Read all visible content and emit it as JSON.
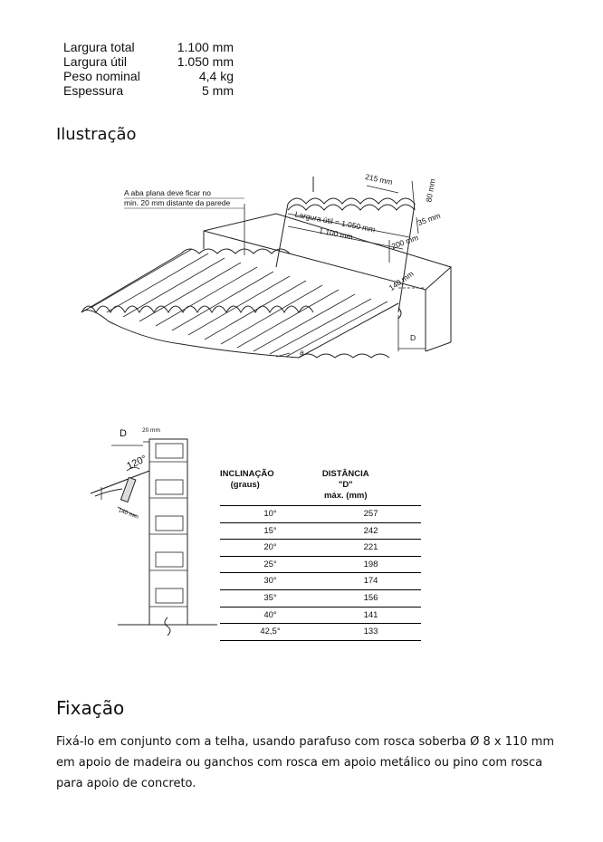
{
  "specs": [
    {
      "label": "Largura total",
      "value": "1.100 mm"
    },
    {
      "label": "Largura útil",
      "value": "1.050 mm"
    },
    {
      "label": "Peso nominal",
      "value": "4,4 kg"
    },
    {
      "label": "Espessura",
      "value": "5 mm"
    }
  ],
  "illustration_heading": "Ilustração",
  "diagram1": {
    "note_line1": "A aba plana deve ficar no",
    "note_line2": "min. 20 mm distante da parede",
    "dim_215": "215 mm",
    "dim_80": "80 mm",
    "dim_35": "35 mm",
    "dim_200": "200 mm",
    "dim_140": "140 mm",
    "largura_util": "Largura útil = 1.050 mm",
    "largura_total": "1.100 mm",
    "label_d": "D",
    "label_a": "a"
  },
  "diagram2": {
    "label_d": "D",
    "dim_20": "20 mm",
    "angle": "120°",
    "dim_140": "140 mm"
  },
  "table": {
    "col1_line1": "INCLINAÇÃO",
    "col1_line2": "(graus)",
    "col2_line1": "DISTÂNCIA \"D\"",
    "col2_line2": "máx. (mm)",
    "rows": [
      {
        "incl": "10°",
        "dist": "257"
      },
      {
        "incl": "15°",
        "dist": "242"
      },
      {
        "incl": "20°",
        "dist": "221"
      },
      {
        "incl": "25°",
        "dist": "198"
      },
      {
        "incl": "30°",
        "dist": "174"
      },
      {
        "incl": "35°",
        "dist": "156"
      },
      {
        "incl": "40°",
        "dist": "141"
      },
      {
        "incl": "42,5°",
        "dist": "133"
      }
    ]
  },
  "fixing_heading": "Fixação",
  "fixing_text": "Fixá-lo em conjunto com a telha, usando parafuso com rosca soberba Ø 8 x 110 mm em apoio de madeira ou ganchos com rosca em apoio metálico ou pino com rosca para apoio de concreto."
}
